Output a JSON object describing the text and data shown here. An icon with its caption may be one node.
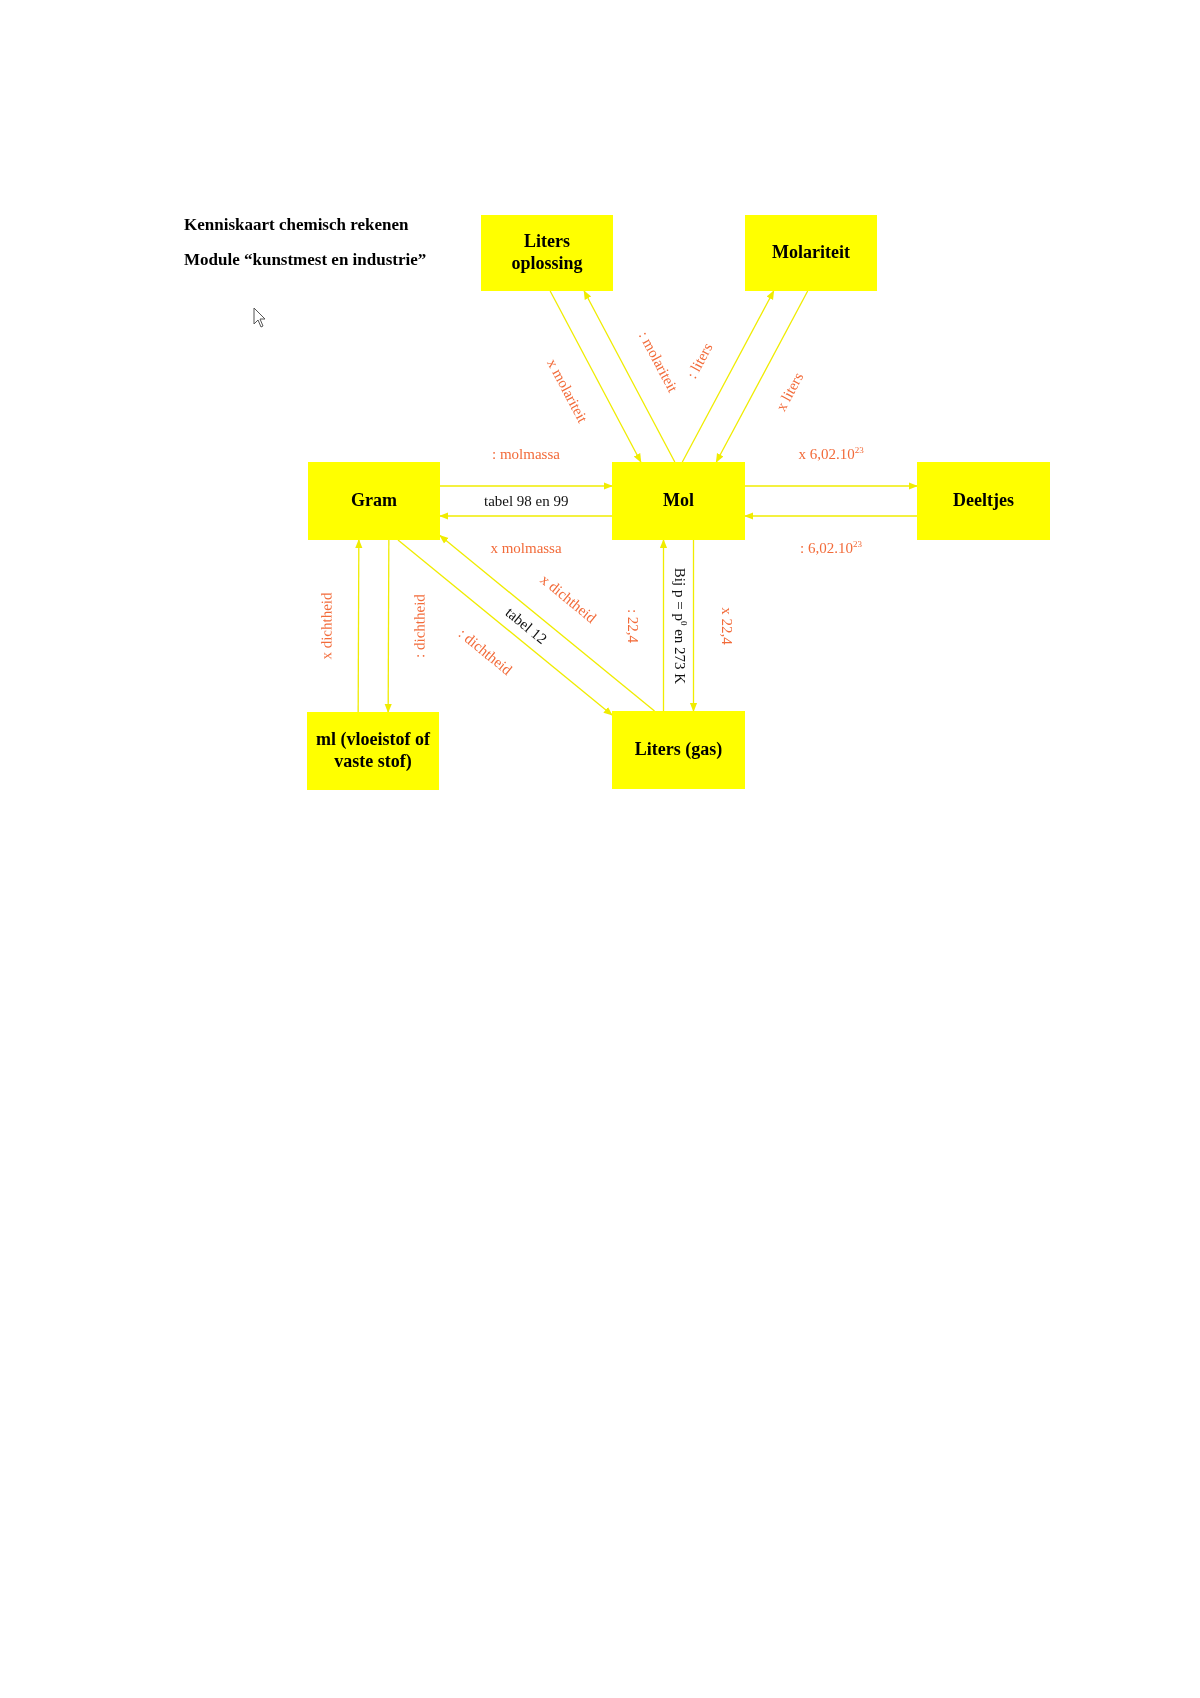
{
  "diagram": {
    "title": "Kenniskaart chemisch rekenen",
    "nodes": [
      {
        "text": [
          "Liters oplossing"
        ]
      },
      {
        "text": [
          "Molariteit"
        ]
      },
      {
        "text": [
          "Gram"
        ]
      },
      {
        "text": [
          "Mol"
        ]
      },
      {
        "text": [
          "Deeltjes"
        ]
      },
      {
        "text": [
          "ml (vloeistof of vaste stof)"
        ]
      },
      {
        "text": [
          "Liters (gas)"
        ]
      }
    ],
    "edges": [
      {
        "from": 0,
        "to": 3,
        "arrow": "to",
        "label": "x molariteit"
      },
      {
        "from": 3,
        "to": 0,
        "arrow": "to",
        "label": ": molariteit"
      },
      {
        "from": 3,
        "to": 1,
        "arrow": "to",
        "label": ": liters"
      },
      {
        "from": 1,
        "to": 3,
        "arrow": "to",
        "label": "x liters"
      },
      {
        "from": 2,
        "to": 3,
        "arrow": "to",
        "label": ": molmassa"
      },
      {
        "from": 3,
        "to": 2,
        "arrow": "to",
        "label": "x molmassa"
      },
      {
        "from": 3,
        "to": 4,
        "arrow": "to",
        "label": "x 6,02.10$^{23}$"
      },
      {
        "from": 4,
        "to": 3,
        "arrow": "to",
        "label": ": 6,02.10$^{23}$"
      },
      {
        "from": 5,
        "to": 2,
        "arrow": "to",
        "label": "x dichtheid"
      },
      {
        "from": 2,
        "to": 5,
        "arrow": "to",
        "label": ": dichtheid"
      },
      {
        "from": 6,
        "to": 2,
        "arrow": "to",
        "label": "x dichtheid"
      },
      {
        "from": 2,
        "to": 6,
        "arrow": "to",
        "label": ": dichtheid"
      },
      {
        "from": 6,
        "to": 3,
        "arrow": "to",
        "label": ": 22,4"
      },
      {
        "from": 3,
        "to": 6,
        "arrow": "to",
        "label": "x 22,4"
      }
    ],
    "labels": [
      "Module “kunstmest en industrie”",
      "tabel 98 en 99",
      "tabel 12",
      "Bij p = p$^{0}$ en 273 K"
    ]
  }
}
